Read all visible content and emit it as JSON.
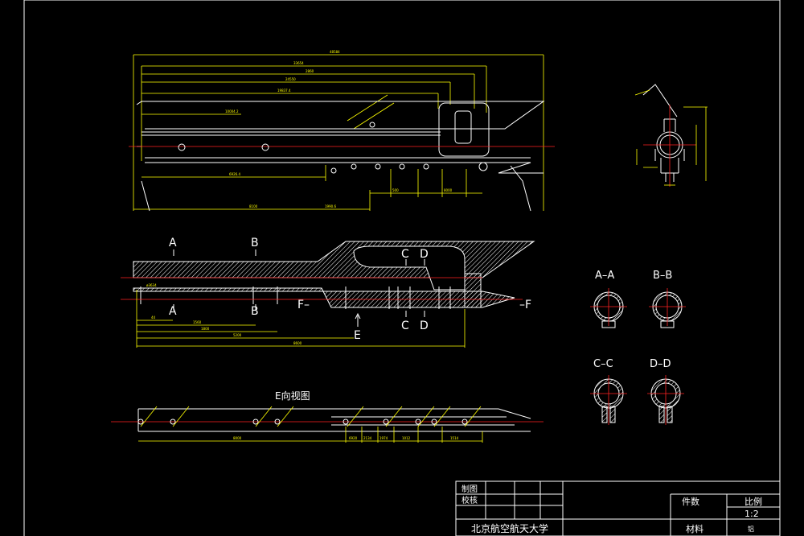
{
  "colors": {
    "background": "#000000",
    "frame": "#ffffff",
    "outline": "#ffffff",
    "dimension": "#ffff00",
    "center_line": "#ff2020",
    "hatch": "#ffffff"
  },
  "main_view": {
    "dims": [
      "48584",
      "33654",
      "2860",
      "24550",
      "19837.4",
      "10004.2",
      "6926.4",
      "8100",
      "1990.6",
      "500",
      "8000"
    ]
  },
  "section_view": {
    "labels": {
      "a_top": "A",
      "b_top": "B",
      "c_top": "C",
      "d_top": "D",
      "a_bottom": "A",
      "b_bottom": "B",
      "c_bottom": "C",
      "d_bottom": "D",
      "f_left": "F–",
      "f_right": "–F",
      "e_arrow": "E"
    },
    "dims": [
      "44",
      "1560",
      "1800",
      "5200",
      "8600",
      "ø3634"
    ]
  },
  "e_view": {
    "title": "E向视图",
    "dims": [
      "8000",
      "6920",
      "2134",
      "1974",
      "1012",
      "1514"
    ]
  },
  "sections": {
    "aa": "A–A",
    "bb": "B–B",
    "cc": "C–C",
    "dd": "D–D"
  },
  "title_block": {
    "draw": "制图",
    "check": "校核",
    "quantity": "件数",
    "scale_label": "比例",
    "scale_value": "1:2",
    "material_label": "材料",
    "material_value": "铝",
    "school": "北京航空航天大学"
  }
}
